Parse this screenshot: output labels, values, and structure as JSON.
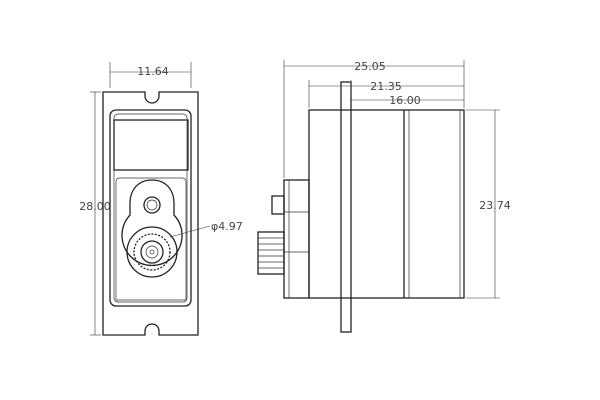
{
  "dimensions": {
    "front_width": "11.64",
    "front_height": "28.00",
    "output_diameter": "φ4.97",
    "side_total_length": "25.05",
    "side_mid_length": "21.35",
    "side_body_length": "16.00",
    "side_height": "23.74"
  }
}
